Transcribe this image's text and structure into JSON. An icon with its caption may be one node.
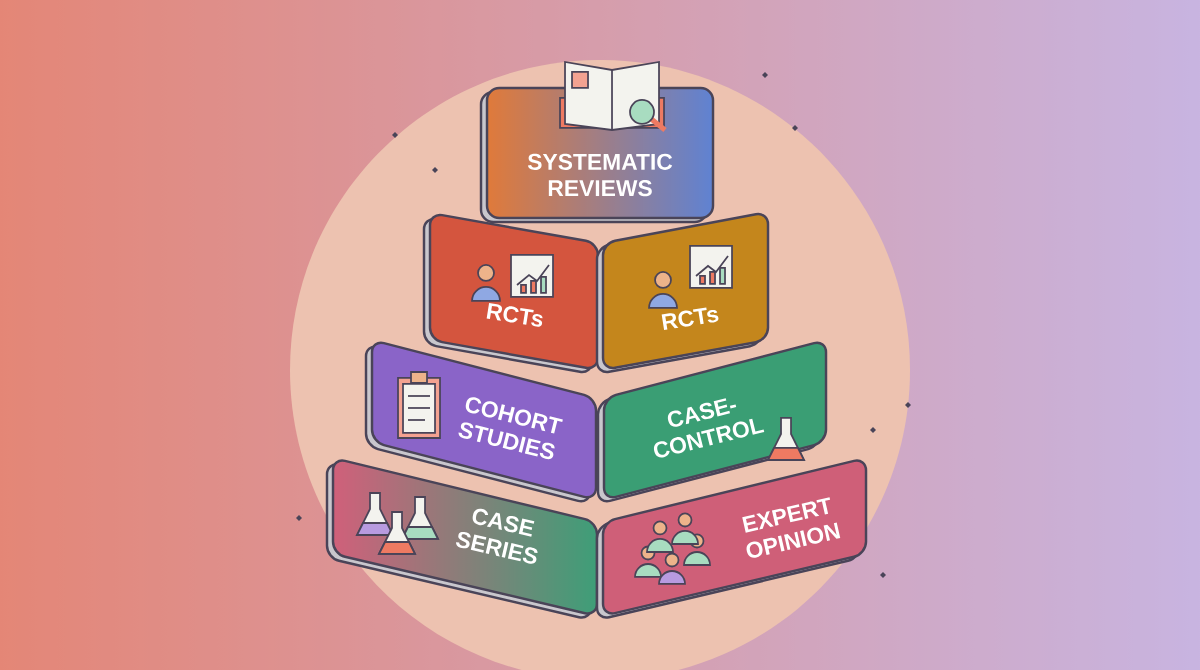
{
  "diagram": {
    "nodes": [
      {
        "text": [
          "SYSTEMATIC REVIEWS"
        ]
      },
      {
        "text": [
          "RCTs"
        ]
      },
      {
        "text": [
          "RCTs"
        ]
      },
      {
        "text": [
          "COHORT STUDIES"
        ]
      },
      {
        "text": [
          "CASE-CONTROL"
        ]
      },
      {
        "text": [
          "CASE SERIES"
        ]
      },
      {
        "text": [
          "EXPERT OPINION"
        ]
      }
    ]
  }
}
